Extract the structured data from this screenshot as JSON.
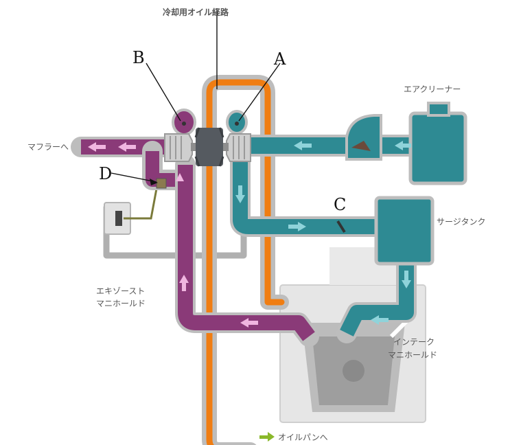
{
  "header": {
    "title": "冷却用オイル経路"
  },
  "labels": {
    "muffler": "マフラーへ",
    "air_cleaner": "エアクリーナー",
    "surge_tank": "サージタンク",
    "exhaust_manifold_1": "エキゾースト",
    "exhaust_manifold_2": "マニホールド",
    "intake_manifold_1": "インテーク",
    "intake_manifold_2": "マニホールド",
    "oil_pan": "オイルパンへ"
  },
  "markers": {
    "a": "A",
    "b": "B",
    "c": "C",
    "d": "D"
  },
  "colors": {
    "exhaust": "#8a3a78",
    "intake": "#2e8a93",
    "oil": "#f07d12",
    "turbo": "#555a60",
    "engine": "#d8d8d8",
    "pipe_outline": "#bdbdbd"
  }
}
